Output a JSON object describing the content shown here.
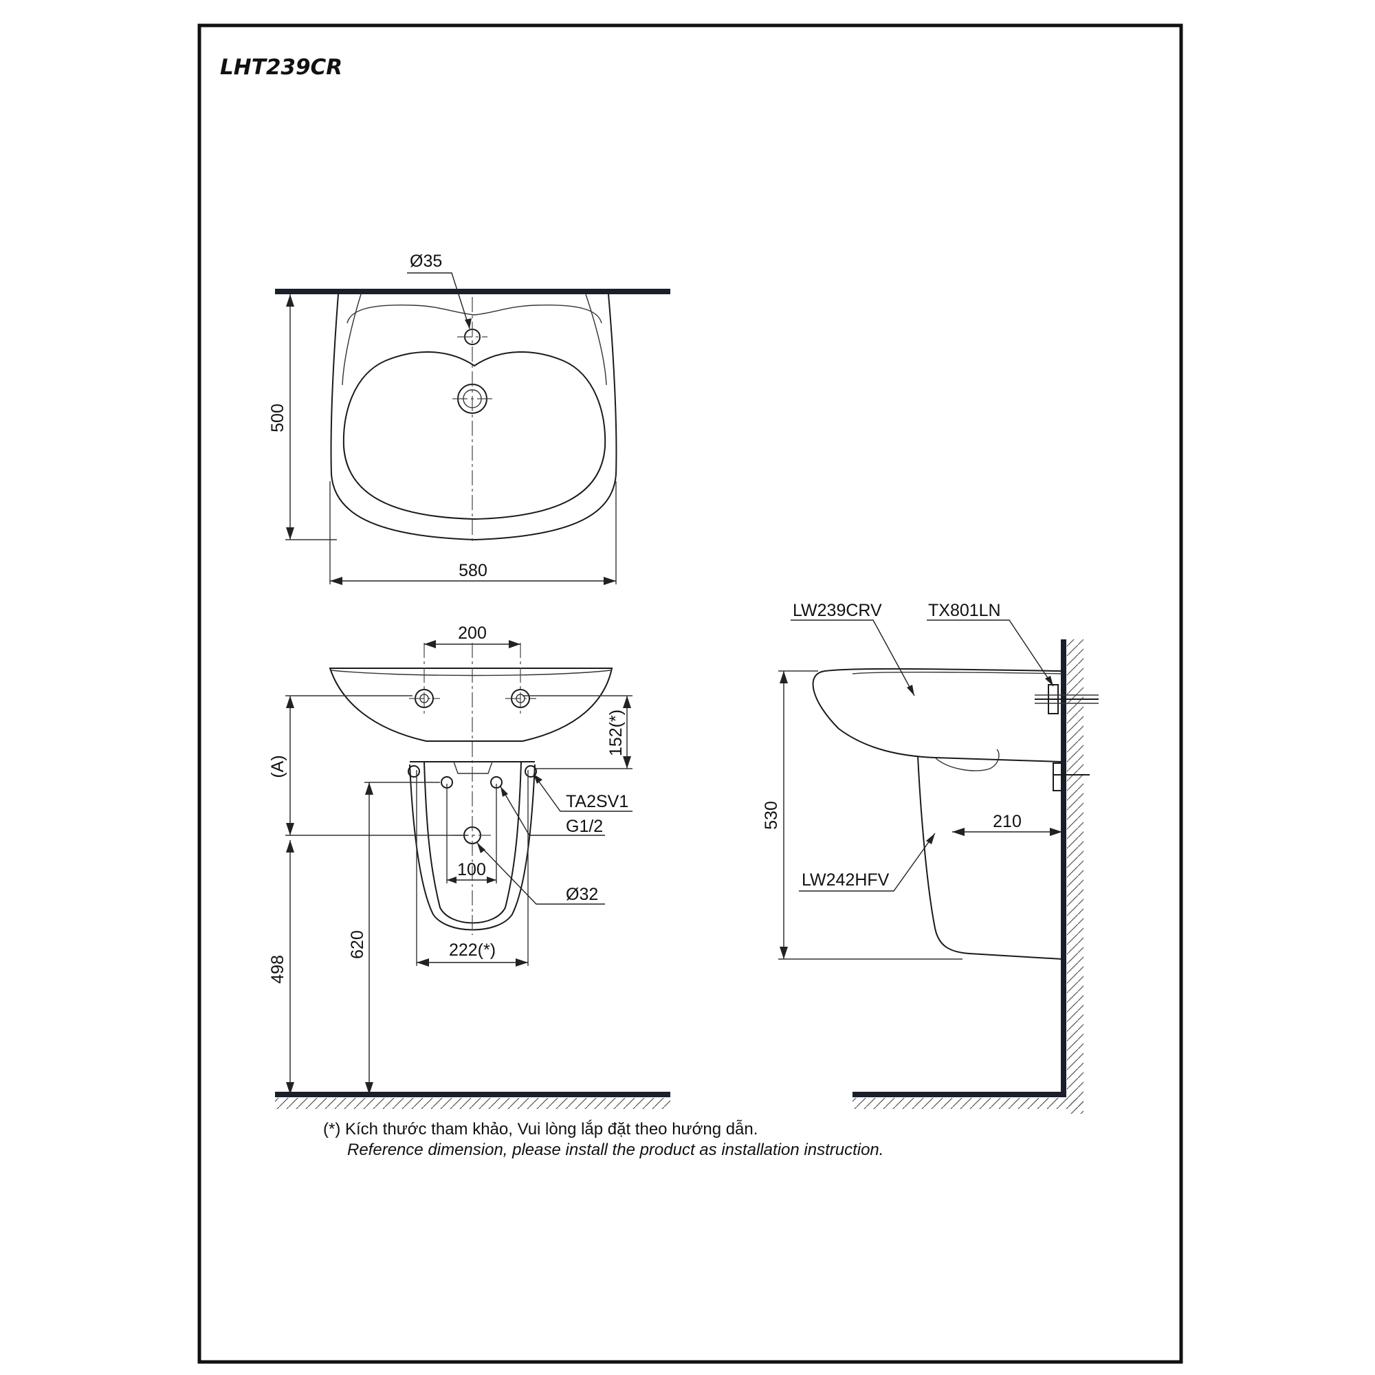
{
  "title": "LHT239CR",
  "top_view": {
    "hole_faucet": "Ø35",
    "depth": "500",
    "width": "580"
  },
  "front_view": {
    "tap_spacing": "200",
    "dim_a": "(A)",
    "dim_152": "152(*)",
    "part_valve": "TA2SV1",
    "part_thread": "G1/2",
    "drain_spacing": "100",
    "drain_hole": "Ø32",
    "pedestal_width": "222(*)",
    "height_620": "620",
    "height_498": "498"
  },
  "side_view": {
    "part_basin": "LW239CRV",
    "part_bracket": "TX801LN",
    "height_530": "530",
    "wall_offset": "210",
    "part_pedestal": "LW242HFV"
  },
  "notes": {
    "vi": "(*) Kích thước tham khảo, Vui lòng lắp đặt theo hướng dẫn.",
    "en": "Reference dimension, please install the product as installation instruction."
  }
}
